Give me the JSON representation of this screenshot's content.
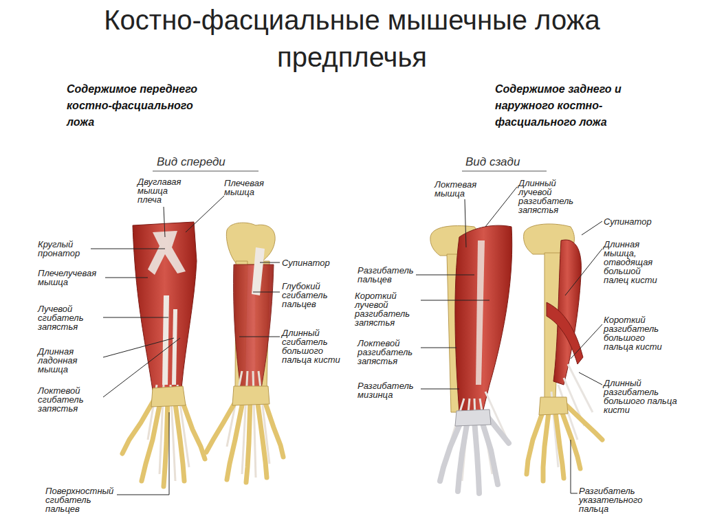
{
  "diagram": {
    "title": "Костно-фасциальные мышечные ложа предплечья",
    "labels": [
      "Содержимое переднего костно-фасциального ложа",
      "Содержимое заднего и наружного костно-фасциального ложа",
      "Вид спереди",
      "Вид сзади",
      "Двуглавая мышца плеча",
      "Плечевая мышца",
      "Круглый пронатор",
      "Плечелучевая мышца",
      "Лучевой сгибатель запястья",
      "Длинная ладонная мышца",
      "Локтевой сгибатель запястья",
      "Поверхностный сгибатель пальцев",
      "Супинатор",
      "Глубокий сгибатель пальцев",
      "Длинный сгибатель большого пальца кисти",
      "Локтевая мышца",
      "Длинный лучевой разгибатель запястья",
      "Разгибатель пальцев",
      "Короткий лучевой разгибатель запястья",
      "Локтевой разгибатель запястья",
      "Разгибатель мизинца",
      "Супинатор",
      "Длинная мышца, отводящая большой палец кисти",
      "Короткий разгибатель большого пальца кисти",
      "Длинный разгибатель большого пальца кисти",
      "Разгибатель указательного пальца"
    ]
  }
}
